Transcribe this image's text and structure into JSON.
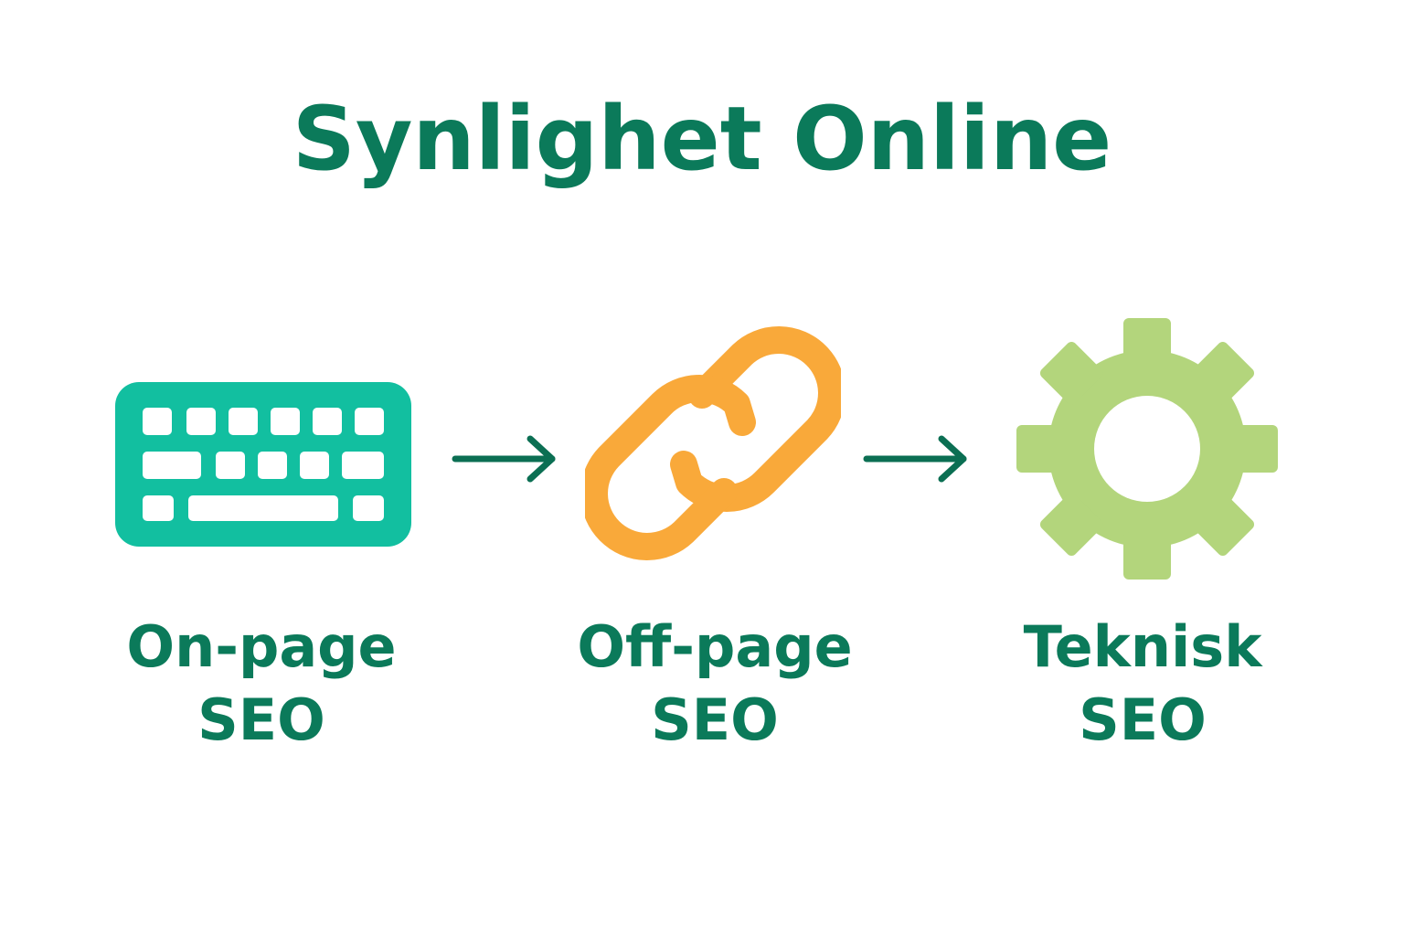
{
  "title": "Synlighet Online",
  "colors": {
    "text": "#0b7a5a",
    "keyboard": "#12bfa0",
    "link": "#f9a93a",
    "gear": "#b3d57c",
    "arrow": "#0b6f53"
  },
  "steps": [
    {
      "icon": "keyboard-icon",
      "line1": "On-page",
      "line2": "SEO"
    },
    {
      "icon": "chain-link-icon",
      "line1": "Off-page",
      "line2": "SEO"
    },
    {
      "icon": "gear-icon",
      "line1": "Teknisk",
      "line2": "SEO"
    }
  ]
}
